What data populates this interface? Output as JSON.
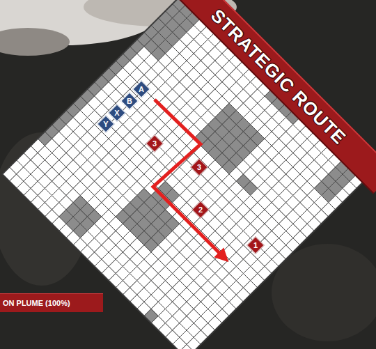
{
  "diagram": {
    "title": "STRATEGIC ROUTE",
    "labels": [
      "Y",
      "X",
      "B",
      "A",
      "3",
      "3",
      "2",
      "1",
      "ON PLUME (100%)"
    ]
  }
}
